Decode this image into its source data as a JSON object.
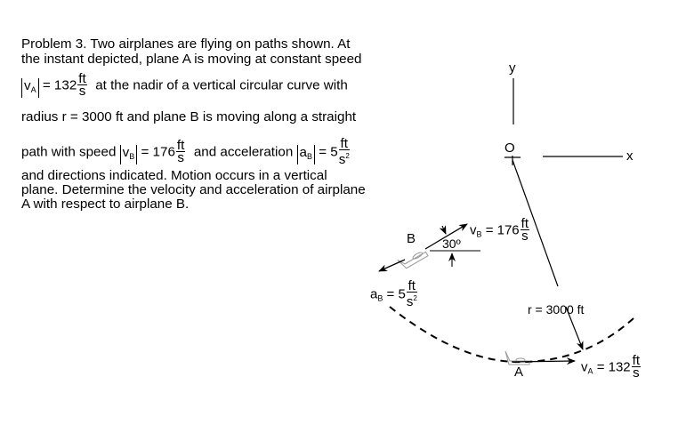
{
  "problem": {
    "line1": "Problem 3.  Two airplanes are flying on paths shown.  At",
    "line2": "the instant depicted, plane A is moving at constant speed",
    "line3_var": "v",
    "line3_sub": "A",
    "line3_eq": "= 132",
    "line3_num": "ft",
    "line3_den": "s",
    "line3_tail": "at the nadir of a vertical circular curve with",
    "line4": "radius  r = 3000 ft  and plane B is moving along a straight",
    "line5_head": "path with speed",
    "line5_var1": "v",
    "line5_sub1": "B",
    "line5_eq1": "= 176",
    "line5_num1": "ft",
    "line5_den1": "s",
    "line5_mid": "and acceleration",
    "line5_var2": "a",
    "line5_sub2": "B",
    "line5_eq2": "= 5",
    "line5_num2": "ft",
    "line5_den2": "s",
    "line5_den2_sup": "2",
    "line6": "and directions indicated.  Motion occurs in a vertical",
    "line7": "plane.  Determine the velocity and acceleration of airplane",
    "line8": "A with respect to airplane B."
  },
  "diagram": {
    "axis_y": "y",
    "axis_x": "x",
    "origin": "O",
    "plane_a_label": "A",
    "plane_b_label": "B",
    "angle": "30º",
    "vb": {
      "var": "v",
      "sub": "B",
      "eq": "= 176",
      "num": "ft",
      "den": "s"
    },
    "ab": {
      "var": "a",
      "sub": "B",
      "eq": "= 5",
      "num": "ft",
      "den": "s",
      "sup": "2"
    },
    "va": {
      "var": "v",
      "sub": "A",
      "eq": "= 132",
      "num": "ft",
      "den": "s"
    },
    "radius": "r = 3000 ft"
  }
}
